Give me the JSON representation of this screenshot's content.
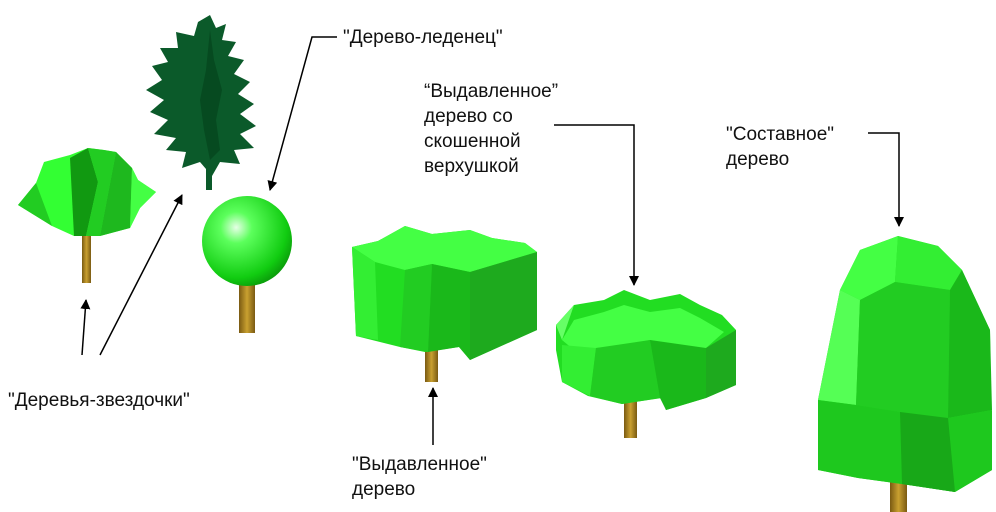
{
  "labels": {
    "lollipop": "\"Дерево-леденец\"",
    "extruded_beveled": [
      "“Выдавленное”",
      "дерево со",
      "скошенной",
      "верхушкой"
    ],
    "composite": [
      "\"Составное\"",
      "дерево"
    ],
    "star_trees": "\"Деревья-звездочки\"",
    "extruded": [
      "\"Выдавленное\"",
      "дерево"
    ]
  },
  "colors": {
    "foliage_light": "#33ff33",
    "foliage_mid": "#22dd22",
    "foliage_dark": "#119911",
    "conifer": "#0b5a2a",
    "trunk": "#b8860b",
    "line": "#000000"
  }
}
